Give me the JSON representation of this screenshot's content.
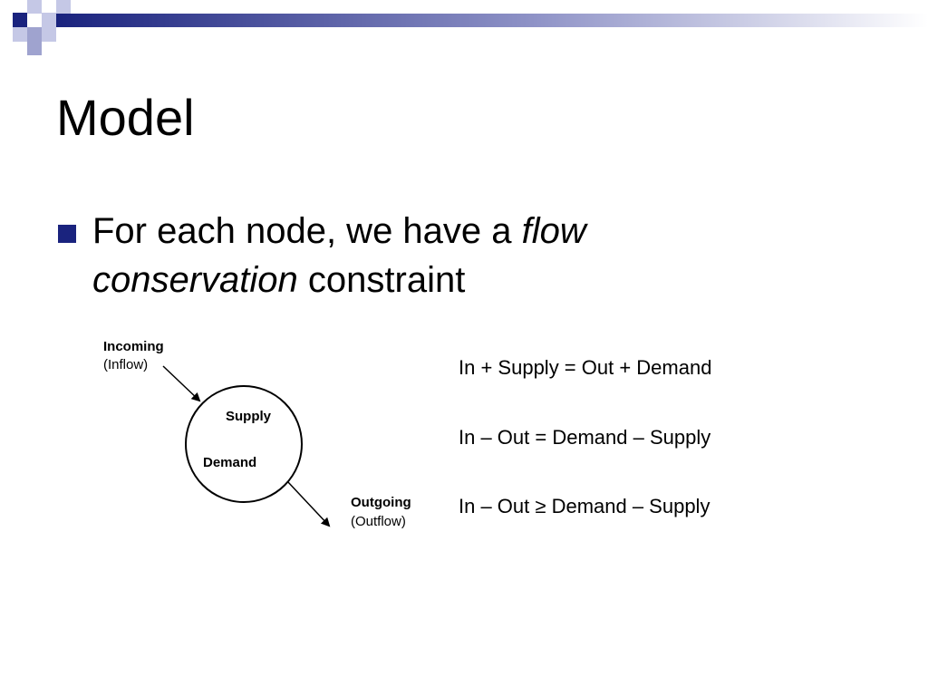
{
  "slide": {
    "title": "Model",
    "bullet": {
      "text_before": "For each node, we have a ",
      "text_italic": "flow conservation",
      "text_after": " constraint"
    },
    "diagram": {
      "incoming_label": "Incoming",
      "incoming_sub": "(Inflow)",
      "supply_label": "Supply",
      "demand_label": "Demand",
      "outgoing_label": "Outgoing",
      "outgoing_sub": "(Outflow)"
    },
    "equations": [
      "In + Supply = Out + Demand",
      "In – Out = Demand – Supply",
      "In – Out ≥ Demand – Supply"
    ]
  },
  "colors": {
    "accent": "#1a237e",
    "accent_light": "#9fa3cf"
  }
}
